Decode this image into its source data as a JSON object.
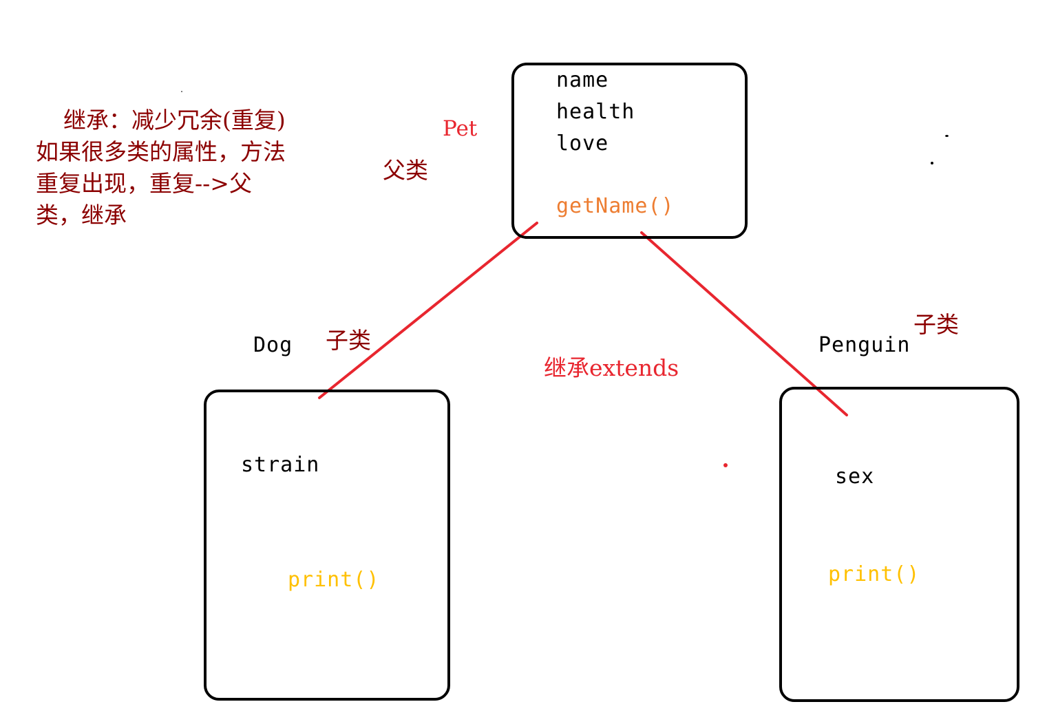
{
  "note": {
    "lines": [
      "继承：减少冗余(重复)",
      "如果很多类的属性，方法",
      "重复出现，重复-->父",
      "类，继承"
    ]
  },
  "parent": {
    "class_name": "Pet",
    "role_label": "父类",
    "fields": [
      "name",
      "health",
      "love"
    ],
    "method": "getName()"
  },
  "child_left": {
    "class_name": "Dog",
    "role_label": "子类",
    "field": "strain",
    "method": "print()"
  },
  "child_right": {
    "class_name": "Penguin",
    "role_label": "子类",
    "field": "sex",
    "method": "print()"
  },
  "relation_label": "继承extends",
  "colors": {
    "note": "#8b0000",
    "red": "#e8262f",
    "method_parent": "#ed7d31",
    "method_child": "#ffc000",
    "border": "#000000"
  }
}
